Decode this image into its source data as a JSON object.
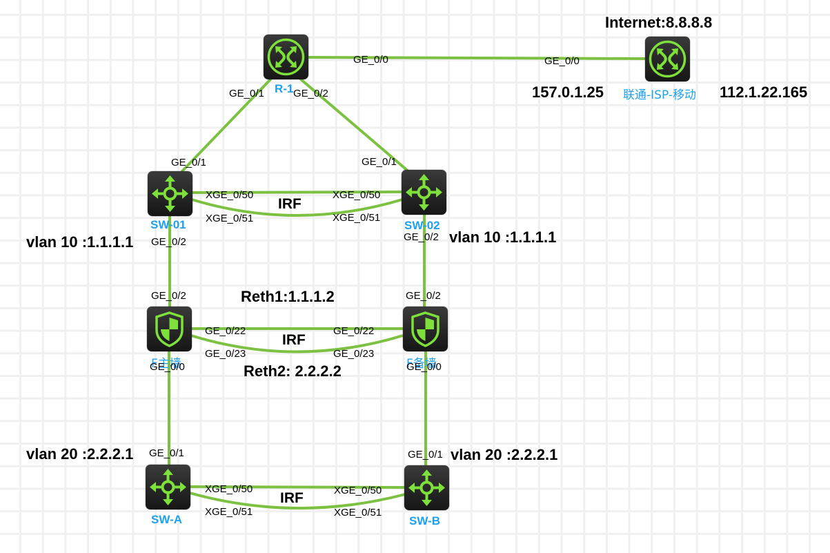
{
  "diagram": {
    "link_color": "#7dc142",
    "device_label_color": "#1ea1f0",
    "devices": {
      "r1": {
        "name": "R-1",
        "type": "router"
      },
      "isp": {
        "name": "联通-ISP-移动",
        "type": "router"
      },
      "sw01": {
        "name": "SW-01",
        "type": "switch"
      },
      "sw02": {
        "name": "SW-02",
        "type": "switch"
      },
      "fw_main": {
        "name": "F主墙",
        "type": "firewall"
      },
      "fw_backup": {
        "name": "F备墙",
        "type": "firewall"
      },
      "swa": {
        "name": "SW-A",
        "type": "switch"
      },
      "swb": {
        "name": "SW-B",
        "type": "switch"
      }
    },
    "annotations": {
      "internet": "Internet:8.8.8.8",
      "isp_left_ip": "157.0.1.25",
      "isp_right_ip": "112.1.22.165",
      "sw01_vlan": "vlan 10 :1.1.1.1",
      "sw02_vlan": "vlan 10 :1.1.1.1",
      "reth1": "Reth1:1.1.1.2",
      "reth2": "Reth2: 2.2.2.2",
      "swa_vlan": "vlan 20 :2.2.2.1",
      "swb_vlan": "vlan 20 :2.2.2.1",
      "irf_top": "IRF",
      "irf_mid": "IRF",
      "irf_bottom": "IRF"
    },
    "ports": {
      "r1_to_isp": "GE_0/0",
      "isp_to_r1": "GE_0/0",
      "r1_to_sw01": "GE_0/1",
      "r1_to_sw02": "GE_0/2",
      "sw01_to_r1": "GE_0/1",
      "sw02_to_r1": "GE_0/1",
      "sw01_xge50": "XGE_0/50",
      "sw01_xge51": "XGE_0/51",
      "sw02_xge50": "XGE_0/50",
      "sw02_xge51": "XGE_0/51",
      "sw01_down": "GE_0/2",
      "sw02_down": "GE_0/2",
      "fwm_up": "GE_0/2",
      "fwb_up": "GE_0/2",
      "fwm_ge22": "GE_0/22",
      "fwm_ge23": "GE_0/23",
      "fwb_ge22": "GE_0/22",
      "fwb_ge23": "GE_0/23",
      "fwm_down": "GE_0/0",
      "fwb_down": "GE_0/0",
      "swa_up": "GE_0/1",
      "swb_up": "GE_0/1",
      "swa_xge50": "XGE_0/50",
      "swa_xge51": "XGE_0/51",
      "swb_xge50": "XGE_0/50",
      "swb_xge51": "XGE_0/51"
    }
  }
}
